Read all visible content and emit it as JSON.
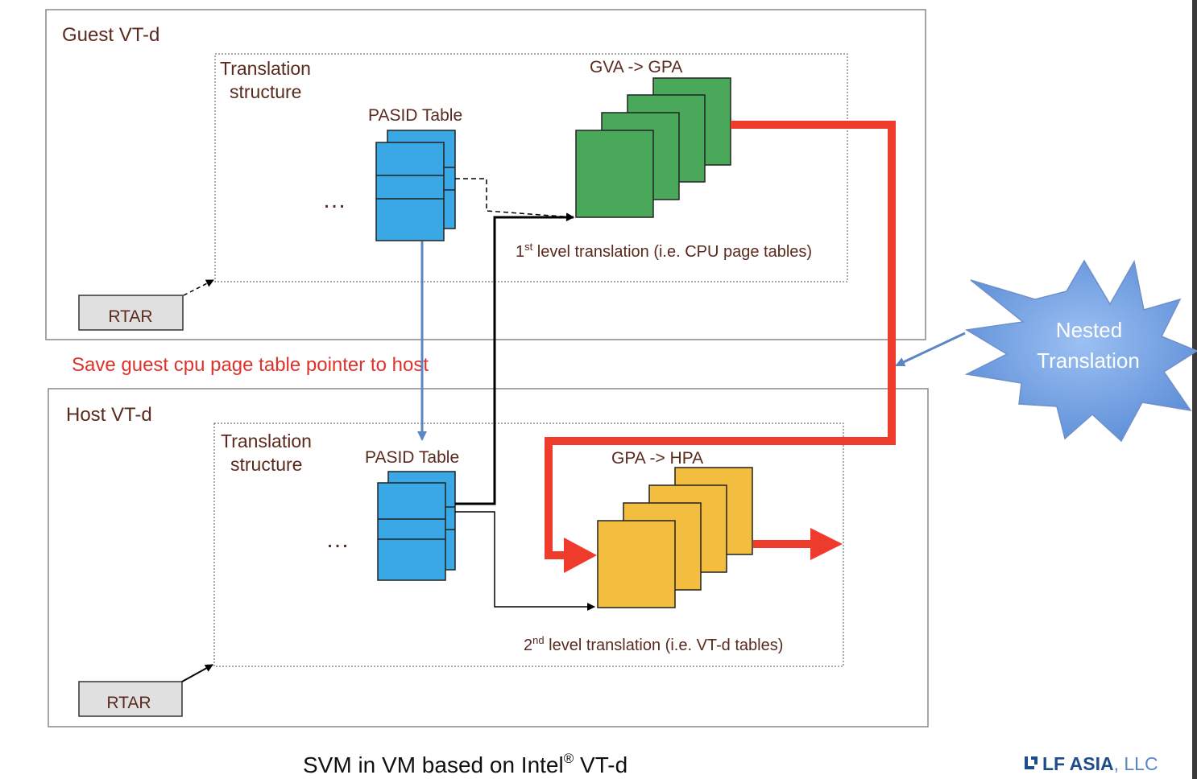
{
  "guest": {
    "title": "Guest VT-d",
    "translation_line1": "Translation",
    "translation_line2": "structure",
    "pasid_label": "PASID Table",
    "ellipsis": "…",
    "gva_label": "GVA -> GPA",
    "level_sup": "st",
    "level_num": "1",
    "level_text": " level translation (i.e. CPU page tables)",
    "rtar": "RTAR"
  },
  "save_note": "Save guest cpu page table pointer to host",
  "host": {
    "title": "Host VT-d",
    "translation_line1": "Translation",
    "translation_line2": "structure",
    "pasid_label": "PASID Table",
    "ellipsis": "…",
    "gpa_label": "GPA -> HPA",
    "level_num": "2",
    "level_sup": "nd",
    "level_text": " level translation (i.e. VT-d tables)",
    "rtar": "RTAR"
  },
  "nested": {
    "line1": "Nested",
    "line2": "Translation"
  },
  "footer": {
    "title_main": "SVM in VM based on Intel",
    "title_reg": "®",
    "title_tail": " VT-d",
    "logo_bold": "LF ASIA",
    "logo_light": ", LLC"
  },
  "colors": {
    "green": "#4aa85a",
    "blue": "#3aa8e4",
    "yellow": "#f3bd3f",
    "red": "#ee3b2b",
    "label_text": "#5a2a1e",
    "note_red": "#e0312b",
    "star_blue": "#7aa6e6",
    "arrow_blue": "#5b86c6"
  }
}
